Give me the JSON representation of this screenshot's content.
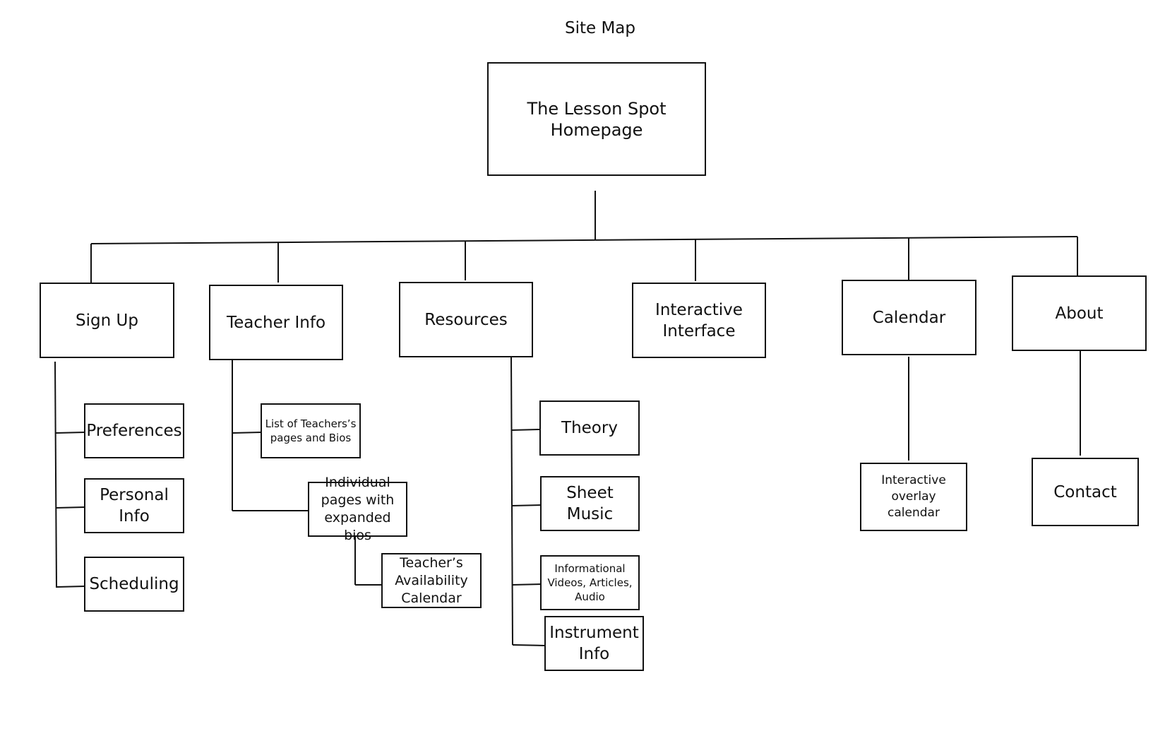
{
  "title": "Site Map",
  "root": "The Lesson Spot\nHomepage",
  "sections": {
    "sign_up": {
      "label": "Sign Up",
      "children": [
        "Preferences",
        "Personal\nInfo",
        "Scheduling"
      ]
    },
    "teacher_info": {
      "label": "Teacher Info",
      "children": [
        "List of Teachers’s\npages and Bios",
        "Individual\npages with\nexpanded bios"
      ],
      "grandchild": "Teacher’s\nAvailability\nCalendar"
    },
    "resources": {
      "label": "Resources",
      "children": [
        "Theory",
        "Sheet\nMusic",
        "Informational\nVideos, Articles,\nAudio",
        "Instrument\nInfo"
      ]
    },
    "interactive_interface": {
      "label": "Interactive\nInterface"
    },
    "calendar": {
      "label": "Calendar",
      "children": [
        "Interactive\noverlay calendar"
      ]
    },
    "about": {
      "label": "About",
      "children": [
        "Contact"
      ]
    }
  }
}
